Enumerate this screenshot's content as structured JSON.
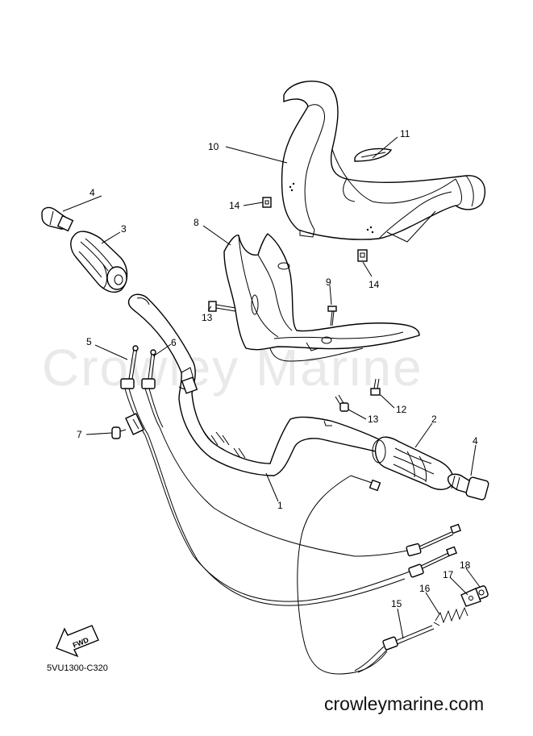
{
  "watermark": "Crowley Marine",
  "site": "crowleymarine.com",
  "diagram_code": "5VU1300-C320",
  "fwd_label": "FWD",
  "callouts": [
    {
      "id": "c10",
      "label": "10"
    },
    {
      "id": "c11",
      "label": "11"
    },
    {
      "id": "c4a",
      "label": "4"
    },
    {
      "id": "c3",
      "label": "3"
    },
    {
      "id": "c14a",
      "label": "14"
    },
    {
      "id": "c8",
      "label": "8"
    },
    {
      "id": "c14b",
      "label": "14"
    },
    {
      "id": "c9",
      "label": "9"
    },
    {
      "id": "c13a",
      "label": "13"
    },
    {
      "id": "c5",
      "label": "5"
    },
    {
      "id": "c6",
      "label": "6"
    },
    {
      "id": "c12",
      "label": "12"
    },
    {
      "id": "c13b",
      "label": "13"
    },
    {
      "id": "c7",
      "label": "7"
    },
    {
      "id": "c2",
      "label": "2"
    },
    {
      "id": "c4b",
      "label": "4"
    },
    {
      "id": "c1",
      "label": "1"
    },
    {
      "id": "c18",
      "label": "18"
    },
    {
      "id": "c17",
      "label": "17"
    },
    {
      "id": "c16",
      "label": "16"
    },
    {
      "id": "c15",
      "label": "15"
    }
  ]
}
